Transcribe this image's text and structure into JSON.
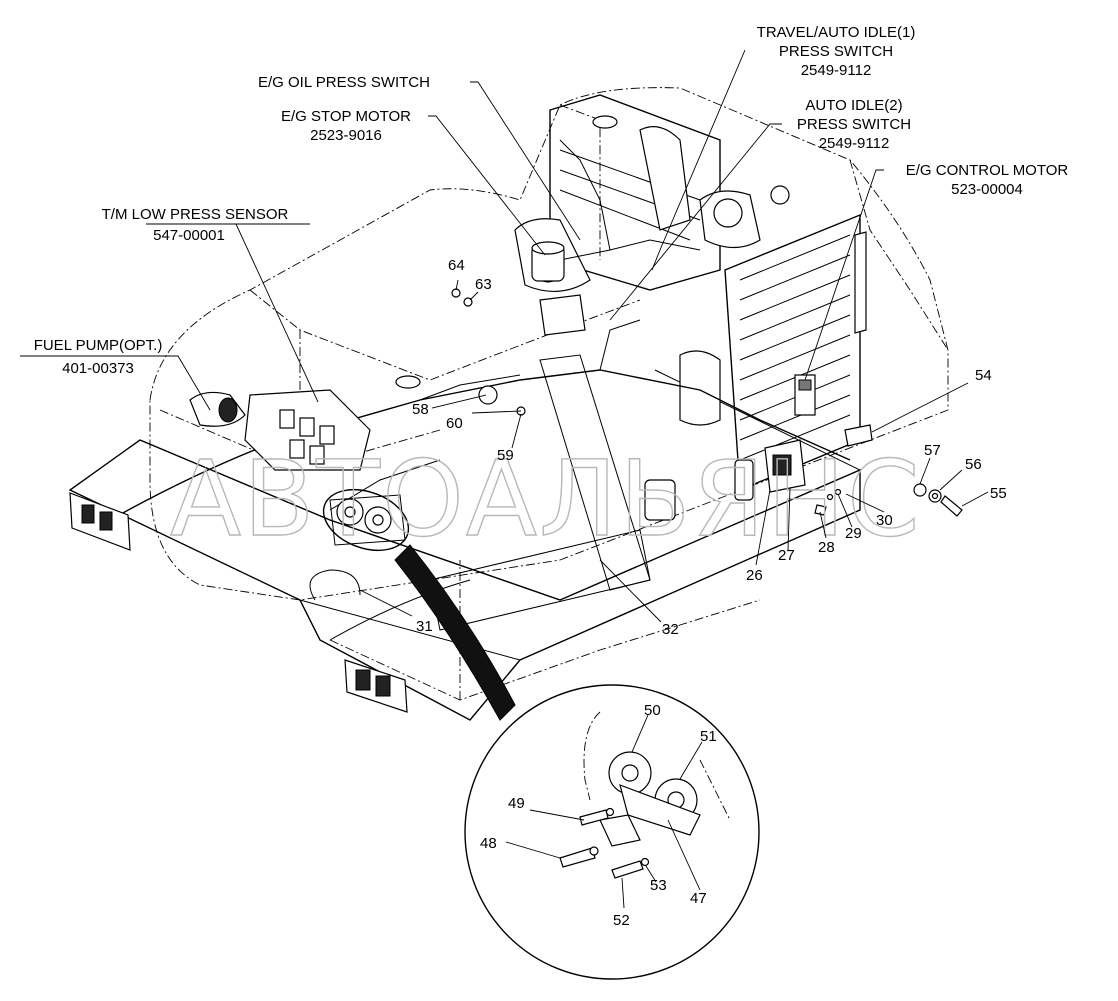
{
  "watermark": "АВТОАЛЬЯНС",
  "labels": {
    "travel_switch": {
      "line1": "TRAVEL/AUTO IDLE(1)",
      "line2": "PRESS SWITCH",
      "code": "2549-9112"
    },
    "oil_switch": {
      "line1": "E/G OIL PRESS SWITCH"
    },
    "stop_motor": {
      "line1": "E/G STOP MOTOR",
      "code": "2523-9016"
    },
    "auto_idle2": {
      "line1": "AUTO IDLE(2)",
      "line2": "PRESS SWITCH",
      "code": "2549-9112"
    },
    "control_motor": {
      "line1": "E/G CONTROL MOTOR",
      "code": "523-00004"
    },
    "tm_sensor": {
      "line1": "T/M LOW PRESS SENSOR",
      "code": "547-00001"
    },
    "fuel_pump": {
      "line1": "FUEL PUMP(OPT.)",
      "code": "401-00373"
    }
  },
  "callouts": {
    "n26": "26",
    "n27": "27",
    "n28": "28",
    "n29": "29",
    "n30": "30",
    "n31": "31",
    "n32": "32",
    "n47": "47",
    "n48": "48",
    "n49": "49",
    "n50": "50",
    "n51": "51",
    "n52": "52",
    "n53": "53",
    "n54": "54",
    "n55": "55",
    "n56": "56",
    "n57": "57",
    "n58": "58",
    "n59": "59",
    "n60": "60",
    "n63": "63",
    "n64": "64"
  }
}
